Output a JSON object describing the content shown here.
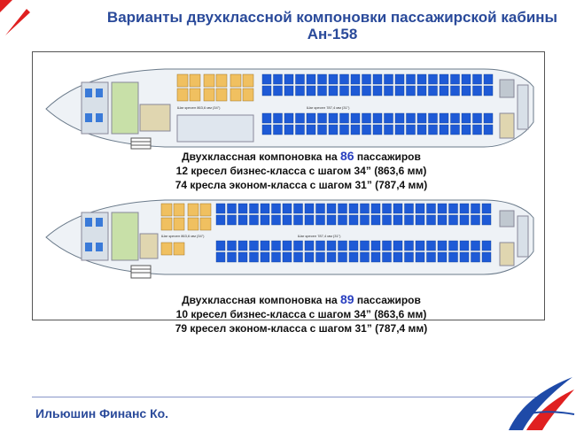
{
  "header": {
    "title_line1": "Варианты двухклассной компоновки пассажирской кабины",
    "title_line2": "Ан-158"
  },
  "layout1": {
    "total_prefix": "Двухклассная компоновка на ",
    "total_number": "86",
    "total_suffix": " пассажиров",
    "business_line": "12 кресел бизнес-класса с шагом 34” (863,6 мм)",
    "economy_line": "74 кресла эконом-класса с шагом 31” (787,4 мм)",
    "business_pitch_label": "Шаг кресел 863,6 мм (34\")",
    "economy_pitch_label": "Шаг кресел 787,4 мм (31\")"
  },
  "layout2": {
    "total_prefix": "Двухклассная компоновка на ",
    "total_number": "89",
    "total_suffix": " пассажиров",
    "business_line": "10 кресел бизнес-класса с шагом 34” (863,6 мм)",
    "economy_line": "79 кресел эконом-класса с шагом 31” (787,4 мм)",
    "business_pitch_label": "Шаг кресел 863,6 мм (34\")",
    "economy_pitch_label": "Шаг кресел 787,4 мм (31\")"
  },
  "footer": {
    "company": "Ильюшин Финанс Ко."
  },
  "colors": {
    "title": "#2a4a9a",
    "highlight": "#2a40c0",
    "economy_seat": "#1e5ad6",
    "business_seat": "#f0c060",
    "accent_red": "#e02020"
  }
}
